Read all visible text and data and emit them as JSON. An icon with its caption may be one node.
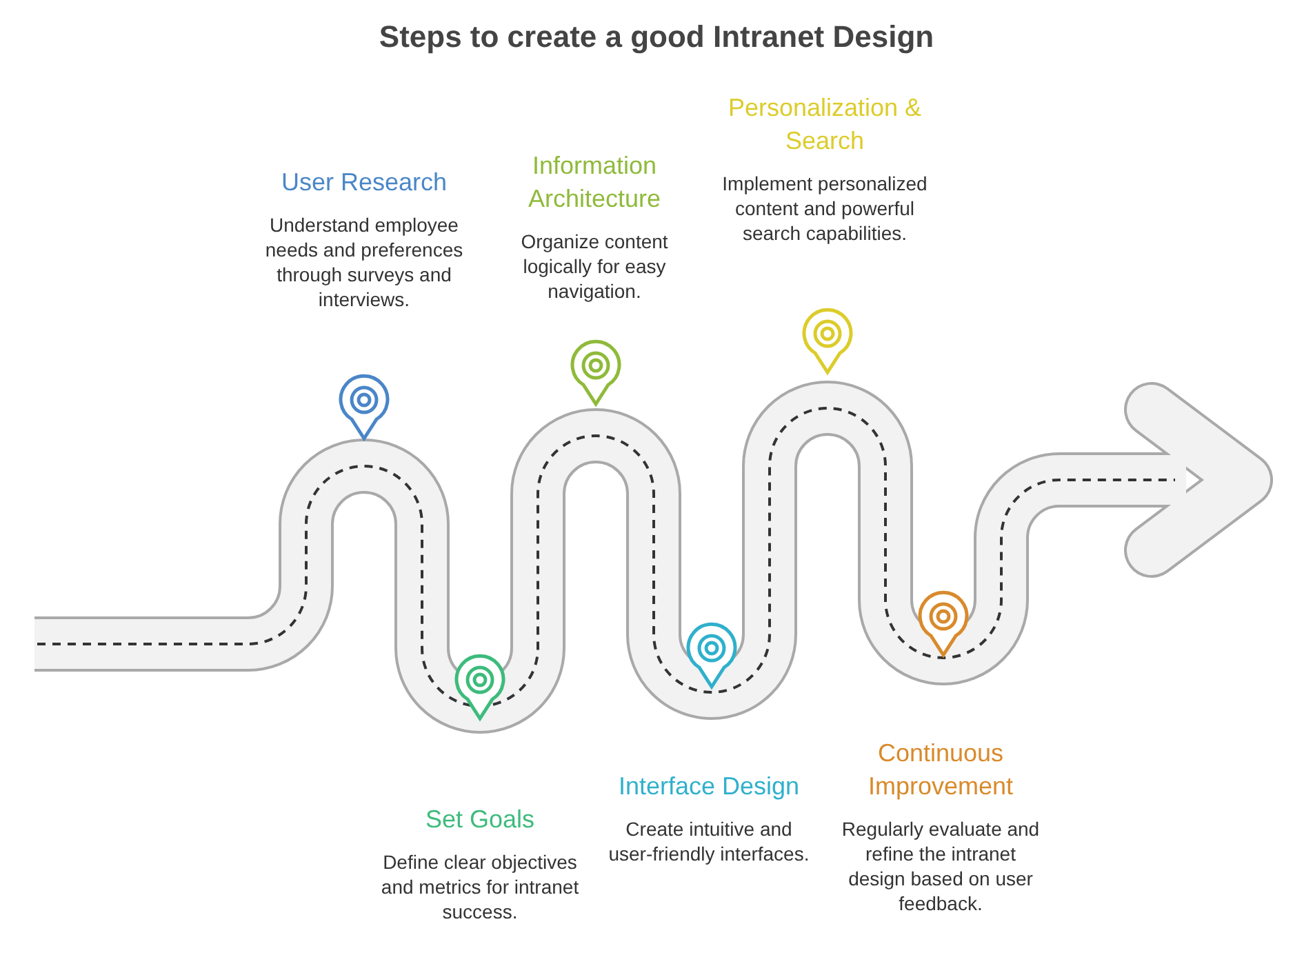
{
  "diagram": {
    "title": "Steps to create a good Intranet Design",
    "nodes": [
      {
        "text": [
          "User Research",
          "Understand employee needs and preferences through surveys and interviews."
        ]
      },
      {
        "text": [
          "Set Goals",
          "Define clear objectives and metrics for intranet success."
        ]
      },
      {
        "text": [
          "Information Architecture",
          "Organize content logically for easy navigation."
        ]
      },
      {
        "text": [
          "Interface Design",
          "Create intuitive and user-friendly interfaces."
        ]
      },
      {
        "text": [
          "Personalization & Search",
          "Implement personalized content and powerful search capabilities."
        ]
      },
      {
        "text": [
          "Continuous Improvement",
          "Regularly evaluate and refine the intranet design based on user feedback."
        ]
      }
    ],
    "edges": []
  }
}
